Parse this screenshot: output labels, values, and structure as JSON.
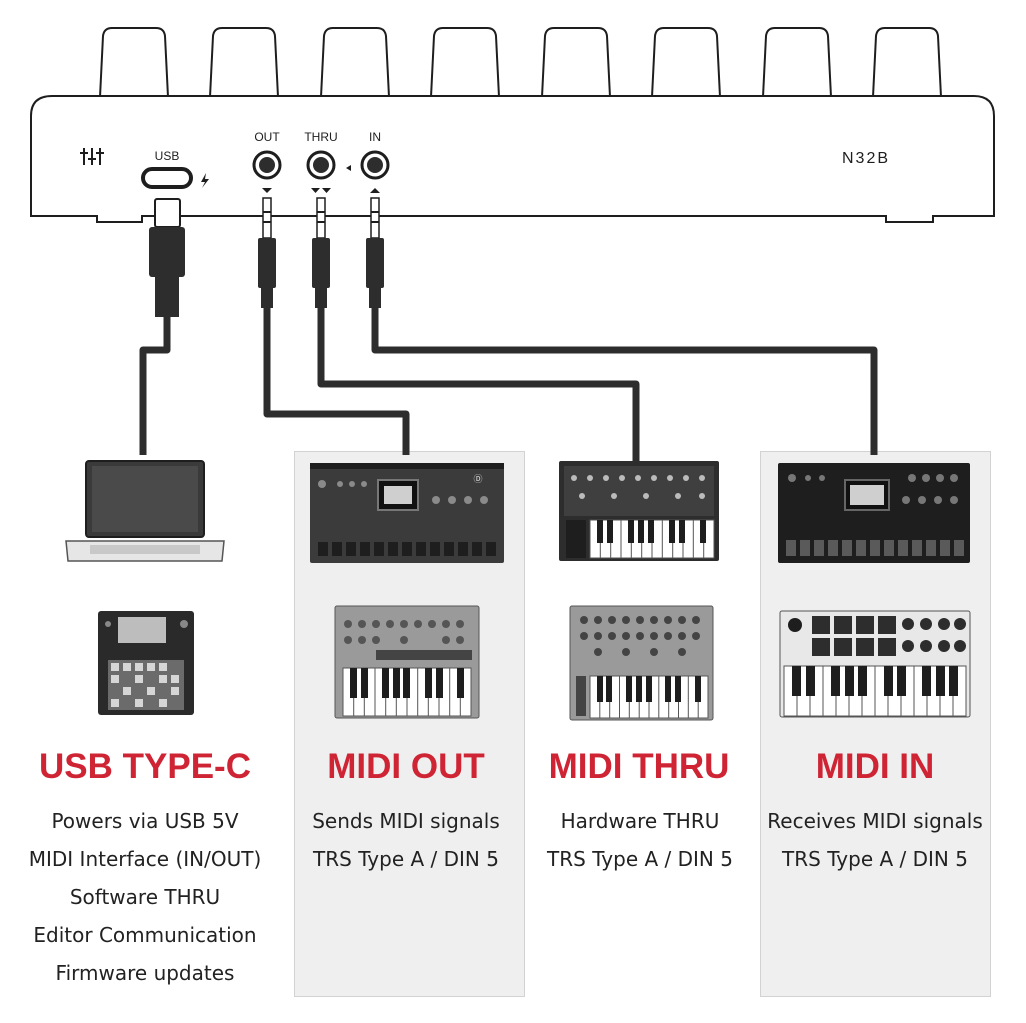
{
  "device": {
    "model": "N32B",
    "ports": {
      "usb": "USB",
      "out": "OUT",
      "thru": "THRU",
      "in": "IN"
    },
    "icons": {
      "settings": "sliders-icon",
      "power": "lightning-bolt-icon"
    }
  },
  "colors": {
    "accent": "#cf2434",
    "panel": "#efefef",
    "cable": "#2d2d2d",
    "text": "#222222"
  },
  "columns": [
    {
      "heading": "USB TYPE-C",
      "lines": [
        "Powers via USB 5V",
        "MIDI Interface (IN/OUT)",
        "Software THRU",
        "Editor Communication",
        "Firmware updates"
      ],
      "devices": [
        "laptop-icon",
        "pad-controller-icon"
      ]
    },
    {
      "heading": "MIDI OUT",
      "lines": [
        "Sends MIDI signals",
        "TRS Type A / DIN 5"
      ],
      "devices": [
        "drum-machine-icon",
        "keyboard-synth-icon"
      ]
    },
    {
      "heading": "MIDI THRU",
      "lines": [
        "Hardware THRU",
        "TRS Type A / DIN 5"
      ],
      "devices": [
        "analog-synth-icon",
        "keyboard-synth-icon"
      ]
    },
    {
      "heading": "MIDI IN",
      "lines": [
        "Receives MIDI signals",
        "TRS Type A / DIN 5"
      ],
      "devices": [
        "groovebox-icon",
        "midi-keyboard-icon"
      ]
    }
  ]
}
